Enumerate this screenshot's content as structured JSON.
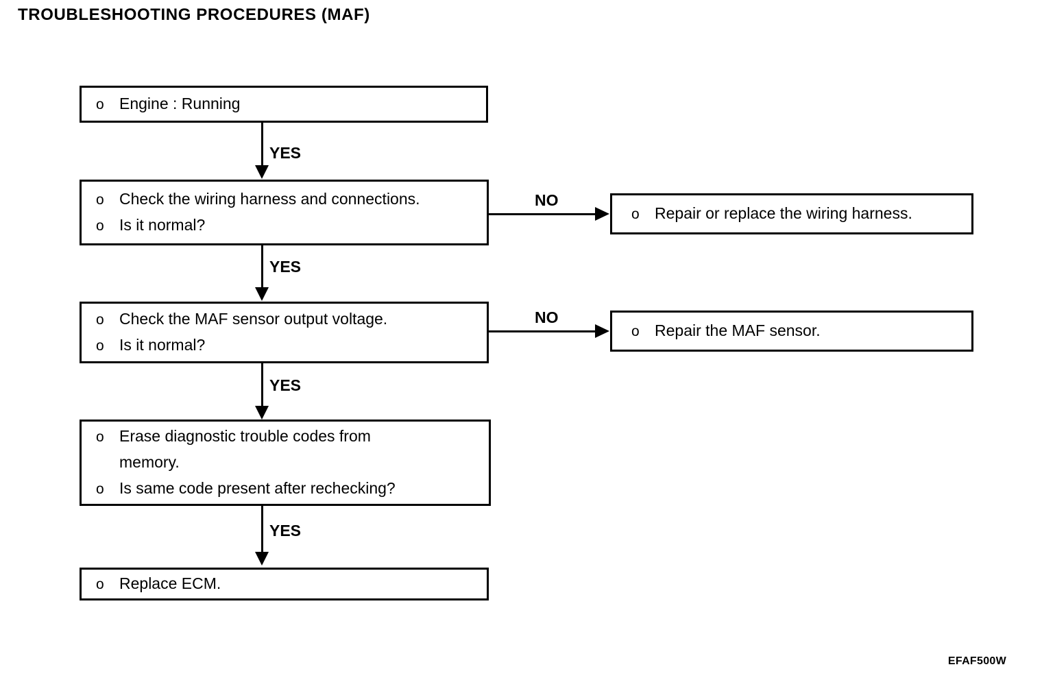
{
  "document": {
    "title": "TROUBLESHOOTING PROCEDURES (MAF)",
    "figure_code": "EFAF500W"
  },
  "flowchart": {
    "type": "diagram",
    "bullet_marker": "o",
    "nodes": [
      {
        "id": "node-engine-running",
        "lines": [
          "Engine : Running"
        ]
      },
      {
        "id": "node-check-wiring",
        "lines": [
          "Check the wiring harness and connections.",
          "Is it normal?"
        ]
      },
      {
        "id": "node-repair-wiring",
        "lines": [
          "Repair or replace the wiring harness."
        ]
      },
      {
        "id": "node-check-maf-voltage",
        "lines": [
          "Check the MAF sensor output voltage.",
          "Is it normal?"
        ]
      },
      {
        "id": "node-repair-maf",
        "lines": [
          "Repair the MAF sensor."
        ]
      },
      {
        "id": "node-erase-codes",
        "lines": [
          "Erase diagnostic trouble codes from",
          "memory.",
          "Is same code present after rechecking?"
        ]
      },
      {
        "id": "node-replace-ecm",
        "lines": [
          "Replace ECM."
        ]
      }
    ],
    "edges": [
      {
        "id": "edge-yes-1",
        "label": "YES",
        "from": "node-engine-running",
        "to": "node-check-wiring",
        "direction": "down"
      },
      {
        "id": "edge-no-1",
        "label": "NO",
        "from": "node-check-wiring",
        "to": "node-repair-wiring",
        "direction": "right"
      },
      {
        "id": "edge-yes-2",
        "label": "YES",
        "from": "node-check-wiring",
        "to": "node-check-maf-voltage",
        "direction": "down"
      },
      {
        "id": "edge-no-2",
        "label": "NO",
        "from": "node-check-maf-voltage",
        "to": "node-repair-maf",
        "direction": "right"
      },
      {
        "id": "edge-yes-3",
        "label": "YES",
        "from": "node-check-maf-voltage",
        "to": "node-erase-codes",
        "direction": "down"
      },
      {
        "id": "edge-yes-4",
        "label": "YES",
        "from": "node-erase-codes",
        "to": "node-replace-ecm",
        "direction": "down"
      }
    ]
  },
  "colors": {
    "ink": "#000000",
    "paper": "#ffffff"
  }
}
